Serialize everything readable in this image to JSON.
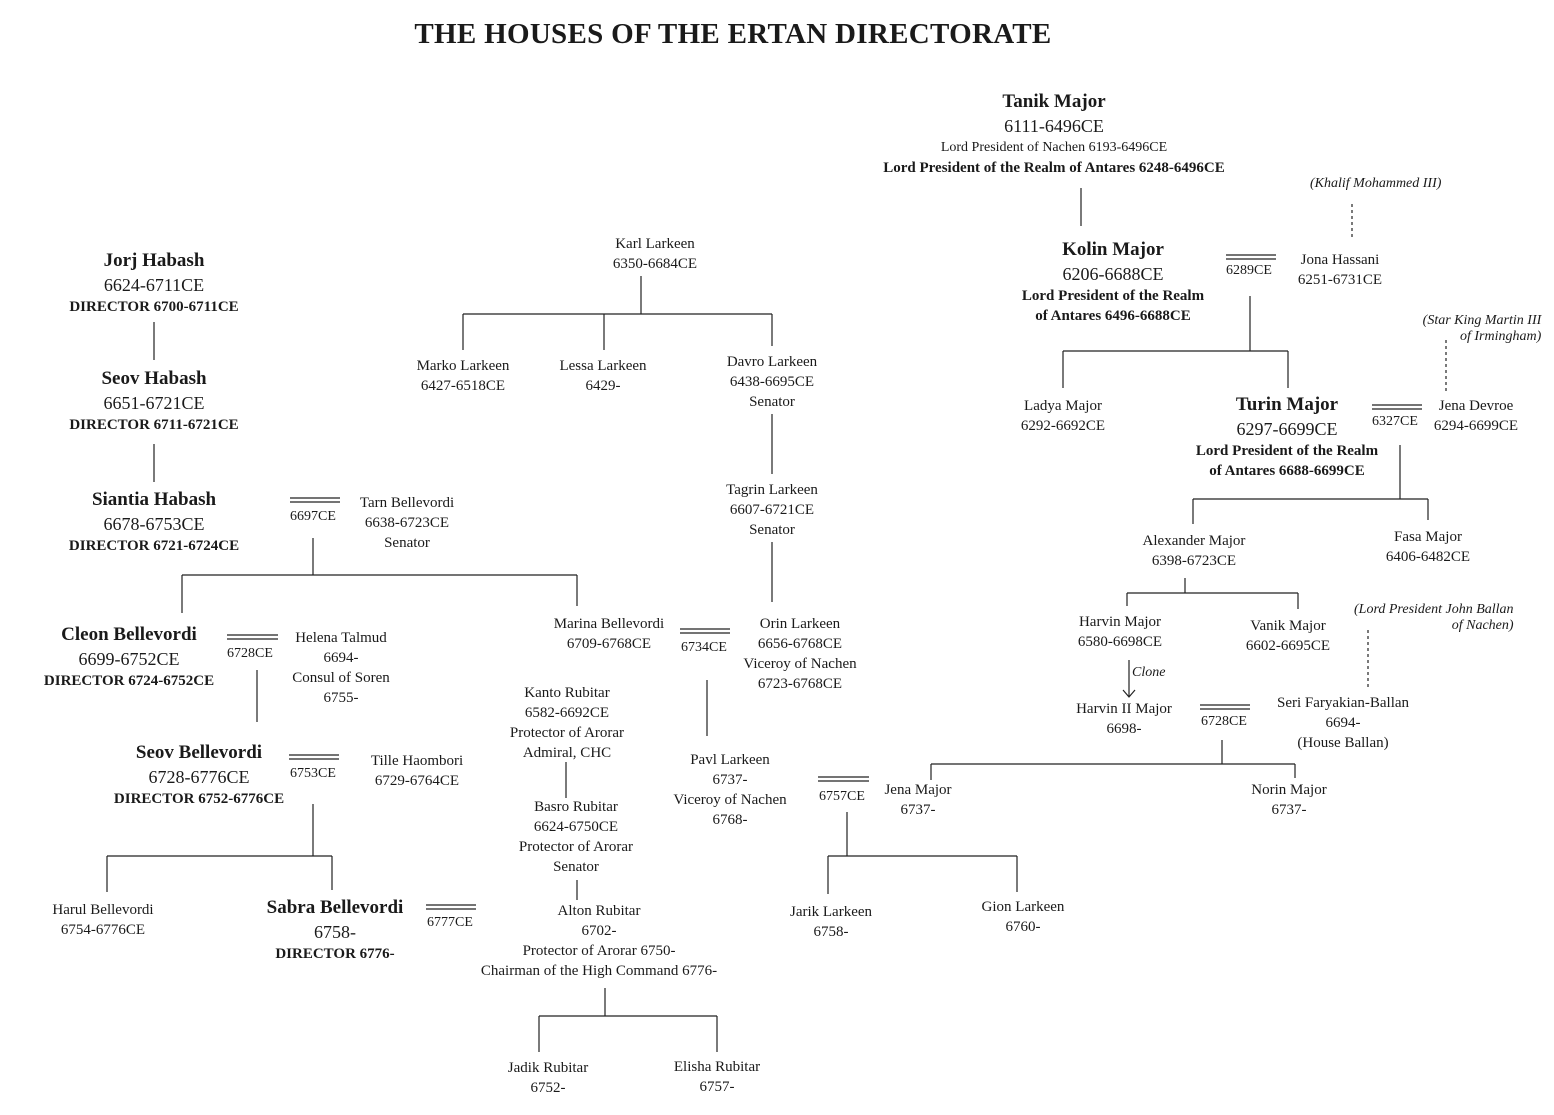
{
  "title": "THE HOUSES OF THE ERTAN DIRECTORATE",
  "people": {
    "tanik": {
      "name": "Tanik Major",
      "dates": "6111-6496CE",
      "title1": "Lord President of Nachen 6193-6496CE",
      "title2": "Lord President of the Realm of Antares 6248-6496CE"
    },
    "khalif": {
      "name": "(Khalif Mohammed III)"
    },
    "kolin": {
      "name": "Kolin Major",
      "dates": "6206-6688CE",
      "title1": "Lord President of the Realm",
      "title2": "of Antares 6496-6688CE"
    },
    "jona": {
      "name": "Jona Hassani",
      "dates": "6251-6731CE"
    },
    "starking": {
      "name": "(Star King Martin III",
      "line2": "of Irmingham)"
    },
    "ladya": {
      "name": "Ladya Major",
      "dates": "6292-6692CE"
    },
    "turin": {
      "name": "Turin Major",
      "dates": "6297-6699CE",
      "title1": "Lord President of the Realm",
      "title2": "of Antares 6688-6699CE"
    },
    "jenad": {
      "name": "Jena Devroe",
      "dates": "6294-6699CE"
    },
    "alexander": {
      "name": "Alexander Major",
      "dates": "6398-6723CE"
    },
    "fasa": {
      "name": "Fasa Major",
      "dates": "6406-6482CE"
    },
    "harvin": {
      "name": "Harvin Major",
      "dates": "6580-6698CE"
    },
    "vanik": {
      "name": "Vanik Major",
      "dates": "6602-6695CE"
    },
    "ballan": {
      "name": "(Lord President John Ballan",
      "line2": "of Nachen)"
    },
    "harvin2": {
      "name": "Harvin II Major",
      "dates": "6698-"
    },
    "seri": {
      "name": "Seri Faryakian-Ballan",
      "dates": "6694-",
      "title1": "(House Ballan)"
    },
    "jenam": {
      "name": "Jena Major",
      "dates": "6737-"
    },
    "norin": {
      "name": "Norin Major",
      "dates": "6737-"
    },
    "jorj": {
      "name": "Jorj Habash",
      "dates": "6624-6711CE",
      "title1": "DIRECTOR 6700-6711CE"
    },
    "seovh": {
      "name": "Seov Habash",
      "dates": "6651-6721CE",
      "title1": "DIRECTOR 6711-6721CE"
    },
    "siantia": {
      "name": "Siantia Habash",
      "dates": "6678-6753CE",
      "title1": "DIRECTOR 6721-6724CE"
    },
    "tarn": {
      "name": "Tarn Bellevordi",
      "dates": "6638-6723CE",
      "title1": "Senator"
    },
    "cleon": {
      "name": "Cleon Bellevordi",
      "dates": "6699-6752CE",
      "title1": "DIRECTOR 6724-6752CE"
    },
    "helena": {
      "name": "Helena Talmud",
      "dates": "6694-",
      "title1": "Consul of Soren",
      "title2": "6755-"
    },
    "marina": {
      "name": "Marina Bellevordi",
      "dates": "6709-6768CE"
    },
    "seovb": {
      "name": "Seov Bellevordi",
      "dates": "6728-6776CE",
      "title1": "DIRECTOR 6752-6776CE"
    },
    "tille": {
      "name": "Tille Haombori",
      "dates": "6729-6764CE"
    },
    "harul": {
      "name": "Harul Bellevordi",
      "dates": "6754-6776CE"
    },
    "sabra": {
      "name": "Sabra Bellevordi",
      "dates": "6758-",
      "title1": "DIRECTOR 6776-"
    },
    "karl": {
      "name": "Karl Larkeen",
      "dates": "6350-6684CE"
    },
    "marko": {
      "name": "Marko Larkeen",
      "dates": "6427-6518CE"
    },
    "lessa": {
      "name": "Lessa Larkeen",
      "dates": "6429-"
    },
    "davro": {
      "name": "Davro Larkeen",
      "dates": "6438-6695CE",
      "title1": "Senator"
    },
    "tagrin": {
      "name": "Tagrin Larkeen",
      "dates": "6607-6721CE",
      "title1": "Senator"
    },
    "orin": {
      "name": "Orin Larkeen",
      "dates": "6656-6768CE",
      "title1": "Viceroy of Nachen",
      "title2": "6723-6768CE"
    },
    "kanto": {
      "name": "Kanto Rubitar",
      "dates": "6582-6692CE",
      "title1": "Protector of Arorar",
      "title2": "Admiral, CHC"
    },
    "basro": {
      "name": "Basro Rubitar",
      "dates": "6624-6750CE",
      "title1": "Protector of Arorar",
      "title2": "Senator"
    },
    "alton": {
      "name": "Alton Rubitar",
      "dates": "6702-",
      "title1": "Protector of Arorar 6750-",
      "title2": "Chairman of the High Command 6776-"
    },
    "pavl": {
      "name": "Pavl Larkeen",
      "dates": "6737-",
      "title1": "Viceroy of Nachen",
      "title2": "6768-"
    },
    "jarik": {
      "name": "Jarik Larkeen",
      "dates": "6758-"
    },
    "gion": {
      "name": "Gion Larkeen",
      "dates": "6760-"
    },
    "jadik": {
      "name": "Jadik Rubitar",
      "dates": "6752-"
    },
    "elisha": {
      "name": "Elisha Rubitar",
      "dates": "6757-"
    }
  },
  "marriages": {
    "kolin_jona": "6289CE",
    "turin_jena": "6327CE",
    "harvin2_seri": "6728CE",
    "siantia_tarn": "6697CE",
    "cleon_helena": "6728CE",
    "marina_orin": "6734CE",
    "seov_tille": "6753CE",
    "sabra_alton": "6777CE",
    "pavl_jena": "6757CE"
  },
  "notes": {
    "clone": "Clone"
  }
}
